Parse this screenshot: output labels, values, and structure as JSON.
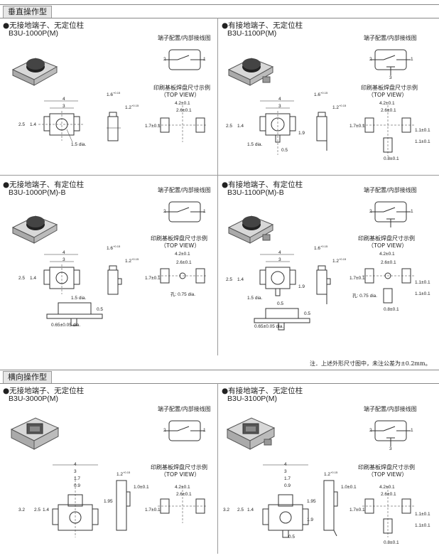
{
  "sections": {
    "vertical": "垂直操作型",
    "horizontal": "横向操作型"
  },
  "common": {
    "terminal_label": "端子配置/内部接线图",
    "pcb_label": "印刷基板焊盘尺寸示例",
    "top_view": "（TOP VIEW）",
    "pin1": "1",
    "pin2": "2",
    "pin3": "3",
    "dia_hole": "孔: 0.75",
    "dia_suffix": "dia.",
    "dia_tol": "+0.1/0"
  },
  "cells": [
    {
      "title": "●无接地端子、无定位柱",
      "model": "B3U-1000P(M)"
    },
    {
      "title": "●有接地端子、无定位柱",
      "model": "B3U-1100P(M)"
    },
    {
      "title": "●无接地端子、有定位柱",
      "model": "B3U-1000P(M)-B"
    },
    {
      "title": "●有接地端子、有定位柱",
      "model": "B3U-1100P(M)-B"
    },
    {
      "title": "●无接地端子、无定位柱",
      "model": "B3U-3000P(M)"
    },
    {
      "title": "●有接地端子、无定位柱",
      "model": "B3U-3100P(M)"
    }
  ],
  "dims": {
    "d4": "4",
    "d3": "3",
    "d25": "2.5",
    "d14": "1.4",
    "d15dia": "1.5 dia.",
    "d05": "0.5",
    "d19": "1.9",
    "d16": "1.6",
    "d12": "1.2",
    "tol015": "+0.15",
    "tol010": "-0.10",
    "p42": "4.2±0.1",
    "p26": "2.6±0.1",
    "p17": "1.7±0.1",
    "p11": "1.1±0.1",
    "p08": "0.8±0.1",
    "d065": "0.65±0.05 dia.",
    "d32": "3.2",
    "d17": "1.7",
    "d09": "0.9",
    "d195": "1.95",
    "d10": "1.0±0.1",
    "d12b": "1.2"
  },
  "note": "注．上述外形尺寸图中，未注公差为±0.2mm。"
}
